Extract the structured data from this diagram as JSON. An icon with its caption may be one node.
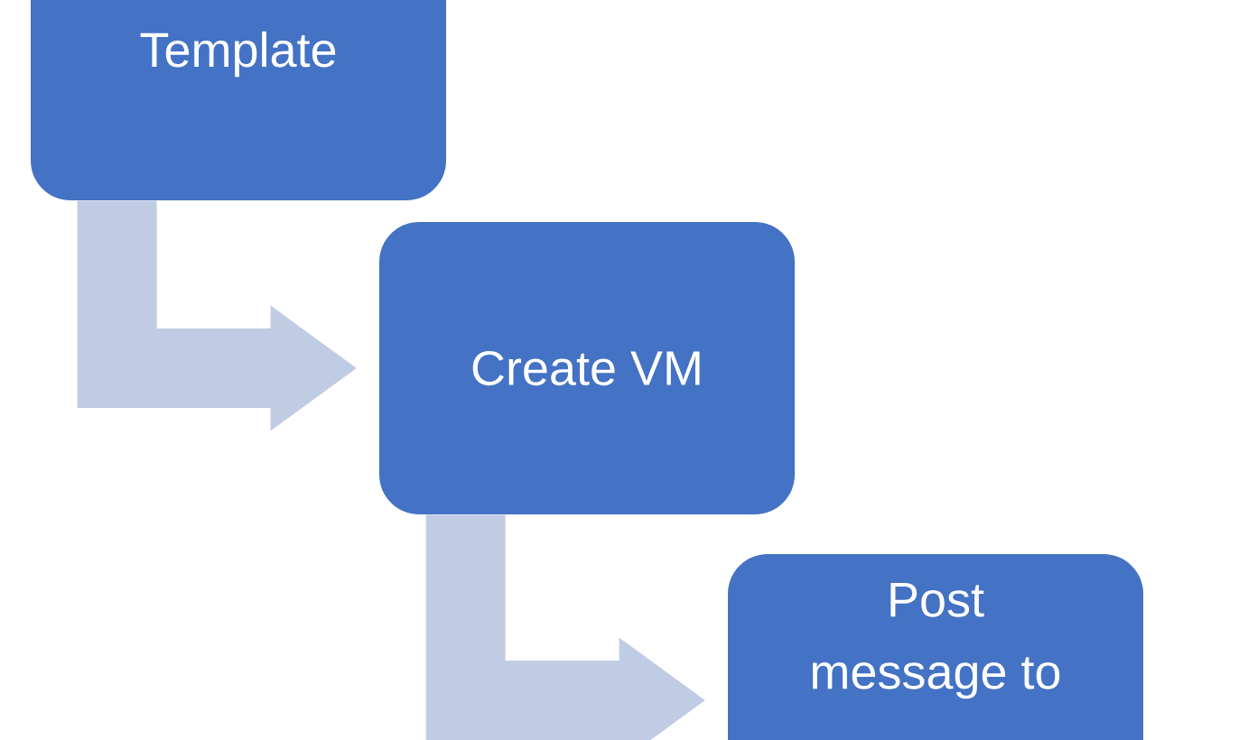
{
  "diagram": {
    "nodes": [
      {
        "text": [
          "Template"
        ]
      },
      {
        "text": [
          "Create VM"
        ]
      },
      {
        "text": [
          "Post message to"
        ]
      }
    ],
    "edges": [
      {
        "from": 0,
        "to": 1,
        "arrow": "to"
      },
      {
        "from": 1,
        "to": 2,
        "arrow": "to"
      }
    ]
  }
}
